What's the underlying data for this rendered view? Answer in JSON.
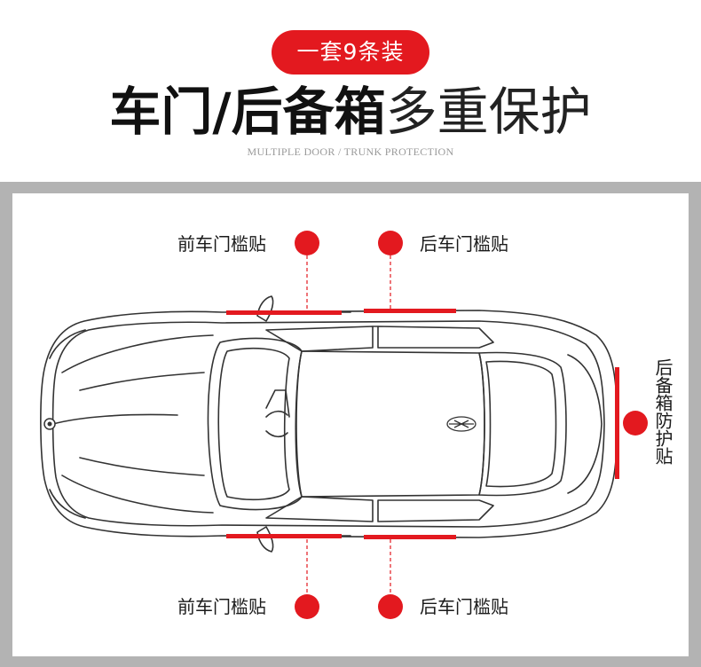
{
  "header": {
    "pill_text": "一套9条装",
    "headline_bold": "车门/后备箱",
    "headline_light": "多重保护",
    "subtitle": "MULTIPLE DOOR / TRUNK PROTECTION"
  },
  "labels": {
    "top_left": "前车门槛贴",
    "top_right": "后车门槛贴",
    "right": "后备箱防护贴",
    "bottom_left": "前车门槛贴",
    "bottom_right": "后车门槛贴"
  },
  "colors": {
    "accent": "#e3191f",
    "frame": "#b3b3b3",
    "line": "#333333"
  },
  "icons": [
    "car-top-view-illustration",
    "brand-emblem-icon"
  ]
}
